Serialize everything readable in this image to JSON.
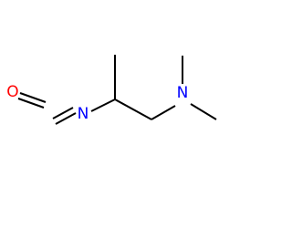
{
  "molecule": {
    "atoms": {
      "oxygen": {
        "symbol": "O",
        "color": "#ff0000"
      },
      "isocyanate_nitrogen": {
        "symbol": "N",
        "color": "#0000ff"
      },
      "amine_nitrogen": {
        "symbol": "N",
        "color": "#0000ff"
      }
    }
  }
}
